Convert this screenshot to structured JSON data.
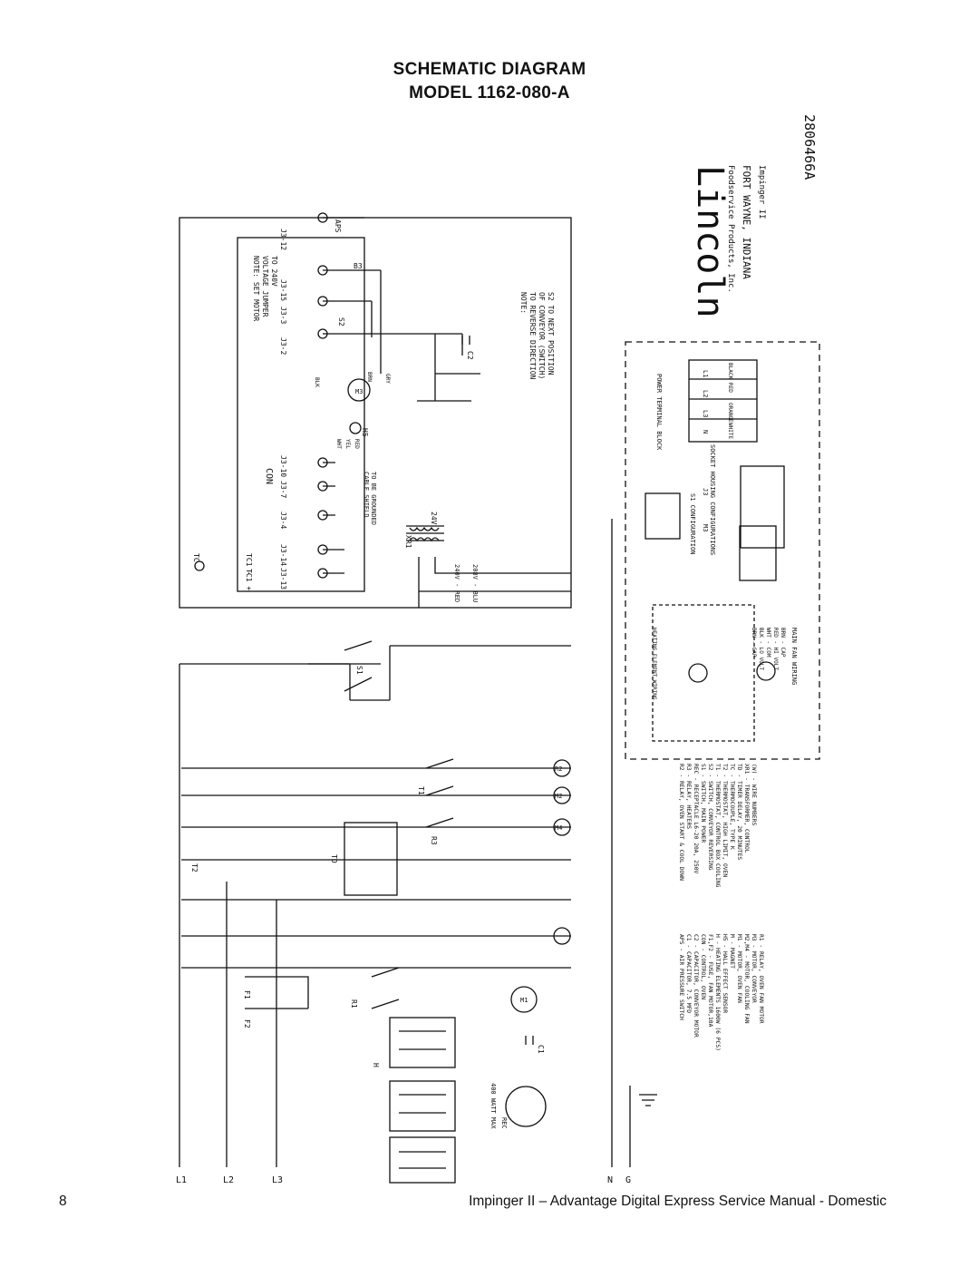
{
  "header": {
    "title_line1": "SCHEMATIC DIAGRAM",
    "title_line2": "MODEL 1162-080-A"
  },
  "footer": {
    "page_number": "8",
    "text": "Impinger II – Advantage Digital Express Service Manual - Domestic"
  },
  "diagram": {
    "drawing_number": "2806466A",
    "brand": "Lincoln",
    "company": "Foodservice Products, Inc.",
    "location": "FORT WAYNE, INDIANA",
    "product": "Impinger II",
    "line_labels": [
      "L1",
      "L2",
      "L3",
      "N",
      "G"
    ],
    "note_motor": [
      "NOTE: SET MOTOR",
      "VOLTAGE JUMPER",
      "TO 240V"
    ],
    "note_conveyor": [
      "NOTE:",
      "TO REVERSE DIRECTION",
      "OF CONVEYOR (SWITCH)",
      "S2 TO NEXT POSITION"
    ],
    "control_label": "CON",
    "connectors": [
      "J3-12",
      "J3-15",
      "J3-3",
      "J3-2",
      "J3-10",
      "J3-7",
      "J3-4",
      "J3-14",
      "J3-13"
    ],
    "tc_labels": [
      "TC",
      "TC1 -",
      "TC1 +"
    ],
    "cable_shield": [
      "CABLE SHIELD",
      "TO BE GROUNDED"
    ],
    "transformer": {
      "label": "XR1",
      "secondary": "24V",
      "taps": [
        "240V - RED",
        "208V - BLU"
      ]
    },
    "components": [
      "APS",
      "B3",
      "S2",
      "M3",
      "C2",
      "H5",
      "S1",
      "T1",
      "T2",
      "TD",
      "R1",
      "R2",
      "R3",
      "M1",
      "M2",
      "M4",
      "C1",
      "F1",
      "F2",
      "H",
      "REC"
    ],
    "wire_colors": [
      "BLK",
      "BRN",
      "GRY",
      "WHT",
      "YEL",
      "RED"
    ],
    "receptacle_label": "400 WATT MAX",
    "power_terminal_block": {
      "title": "POWER TERMINAL BLOCK",
      "terminals": [
        "L1",
        "L2",
        "L3",
        "N"
      ],
      "colors": [
        "BLACK",
        "RED",
        "ORANGE",
        "WHITE"
      ]
    },
    "socket_config_title": "SOCKET HOUSING CONFIGURATIONS",
    "socket_labels": [
      "S1 CONFIGURATION",
      "J3",
      "M3"
    ],
    "heating_element_wiring": "HEATING ELEMENT WIRING",
    "main_fan_wiring": {
      "title": "MAIN FAN WIRING",
      "lines": [
        "BRN - CAP",
        "BLK - LO VOLT",
        "WHT - COM",
        "RED - HI VOLT",
        "BRN - CAP"
      ]
    },
    "legend_left": [
      "APS - AIR PRESSURE SWITCH",
      "C1 - CAPACITOR, 7.5 MFD",
      "C2 - CAPACITOR, CONVEYOR MOTOR",
      "CON - CONTROL, OVEN",
      "F1,F2 - FUSE, FAN MOTOR,10A",
      "H - HEATING ELEMENTS 1600W (6 PCS)",
      "H5 - HALL EFFECT SENSOR",
      "M - MAGNET",
      "M1 - MOTOR, OVEN FAN",
      "M2,M4 - MOTOR, COOLING FAN",
      "M3 - MOTOR, CONVEYOR",
      "R1 - RELAY, OVEN FAN MOTOR"
    ],
    "legend_right": [
      "R2 - RELAY, OVEN START & COOL DOWN",
      "R3 - RELAY, HEATERS",
      "REC - RECEPTACLE L6-20 20A, 250V",
      "S1 - SWITCH, MAIN POWER",
      "S2 - SWITCH, CONVEYOR REVERSING",
      "T1 - THERMOSTAT, CONTROL BOX COOLING",
      "T2 - THERMOSTAT, HIGH LIMIT, OVEN",
      "TC - THERMOCOUPLE, TYPE K",
      "TD - TIMER DELAY, 20 MINUTES",
      "XR1 - TRANSFORMER, CONTROL",
      "(W) - WIRE NUMBERS"
    ]
  }
}
